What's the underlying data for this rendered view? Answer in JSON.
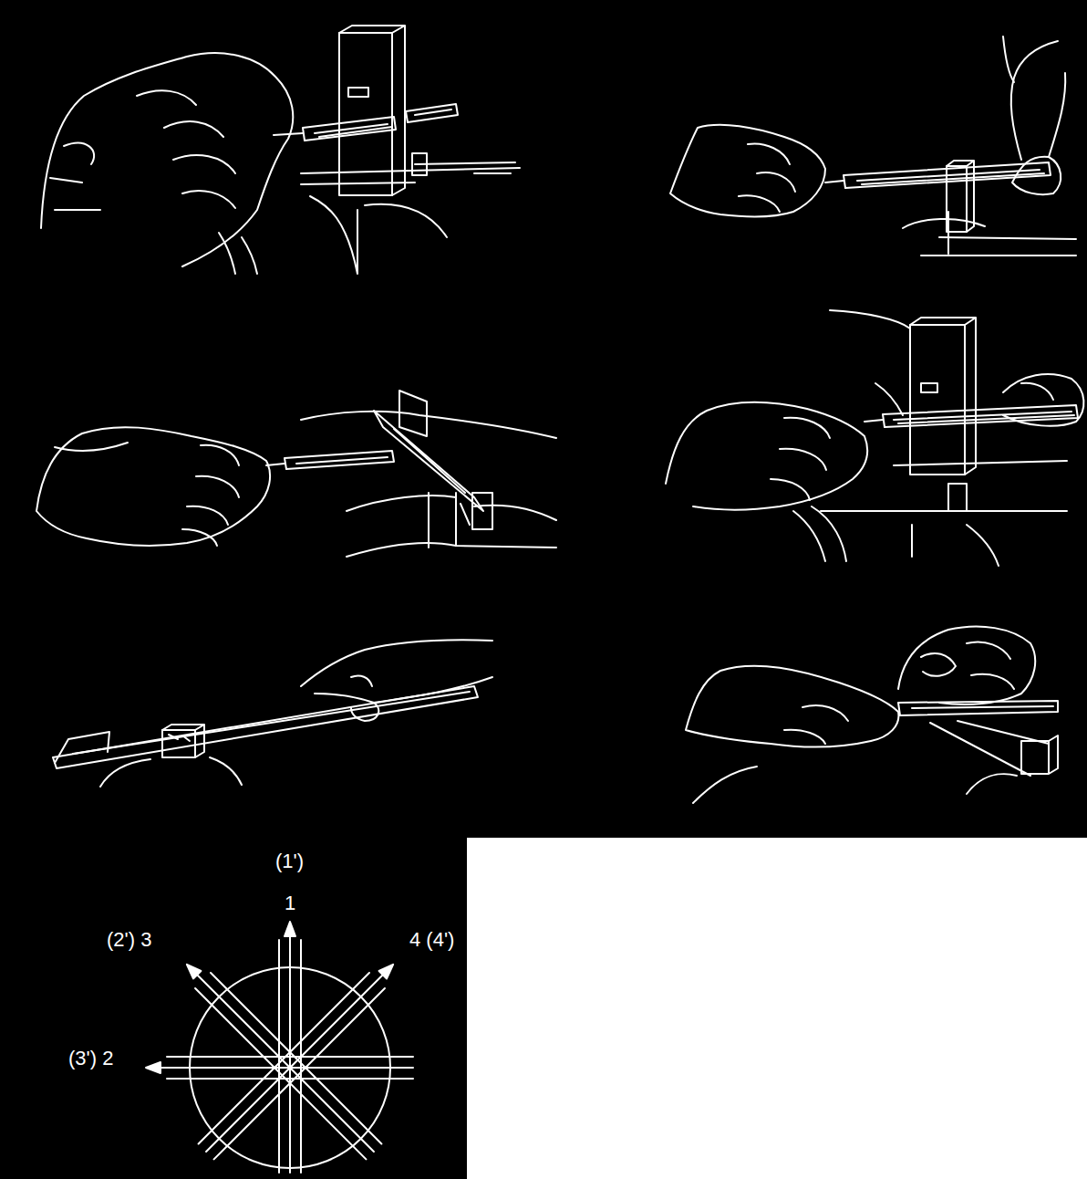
{
  "diagram": {
    "labels": [
      "(1')",
      "1",
      "(2') 3",
      "4 (4')",
      "(3') 2"
    ]
  }
}
